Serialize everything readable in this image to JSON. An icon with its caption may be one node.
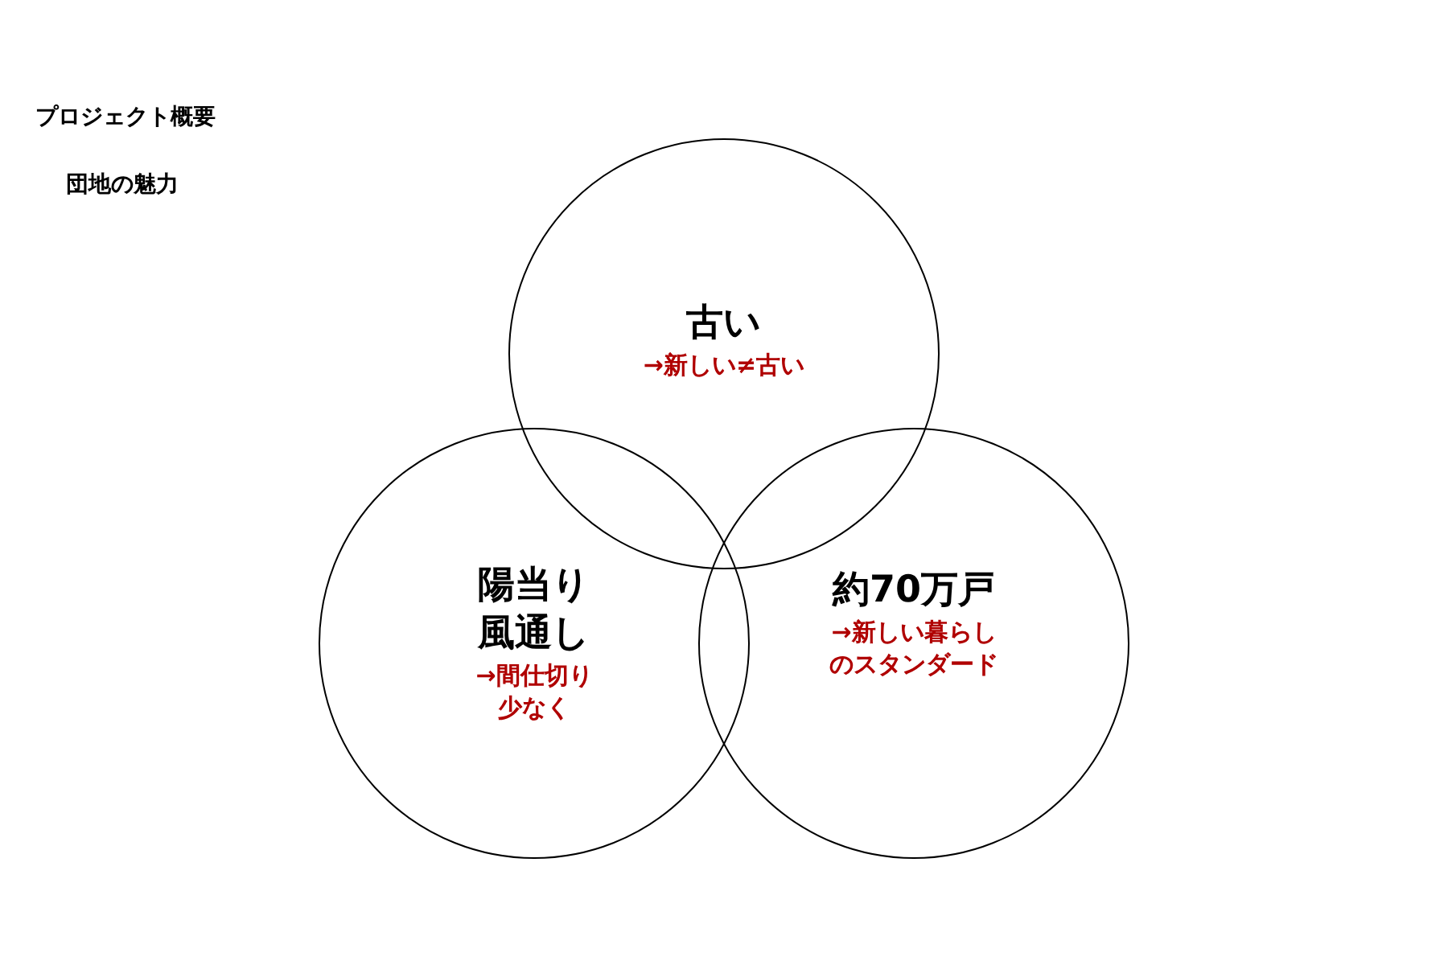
{
  "diagram": {
    "title": "プロジェクト概要",
    "nodes": [
      {
        "text": [
          "古い",
          "→新しい≠古い"
        ]
      },
      {
        "text": [
          "陽当り風通し",
          "→間仕切り少なく"
        ]
      },
      {
        "text": [
          "約70万戸",
          "→新しい暮らしのスタンダード"
        ]
      }
    ],
    "labels": [
      "団地の魅力"
    ]
  }
}
